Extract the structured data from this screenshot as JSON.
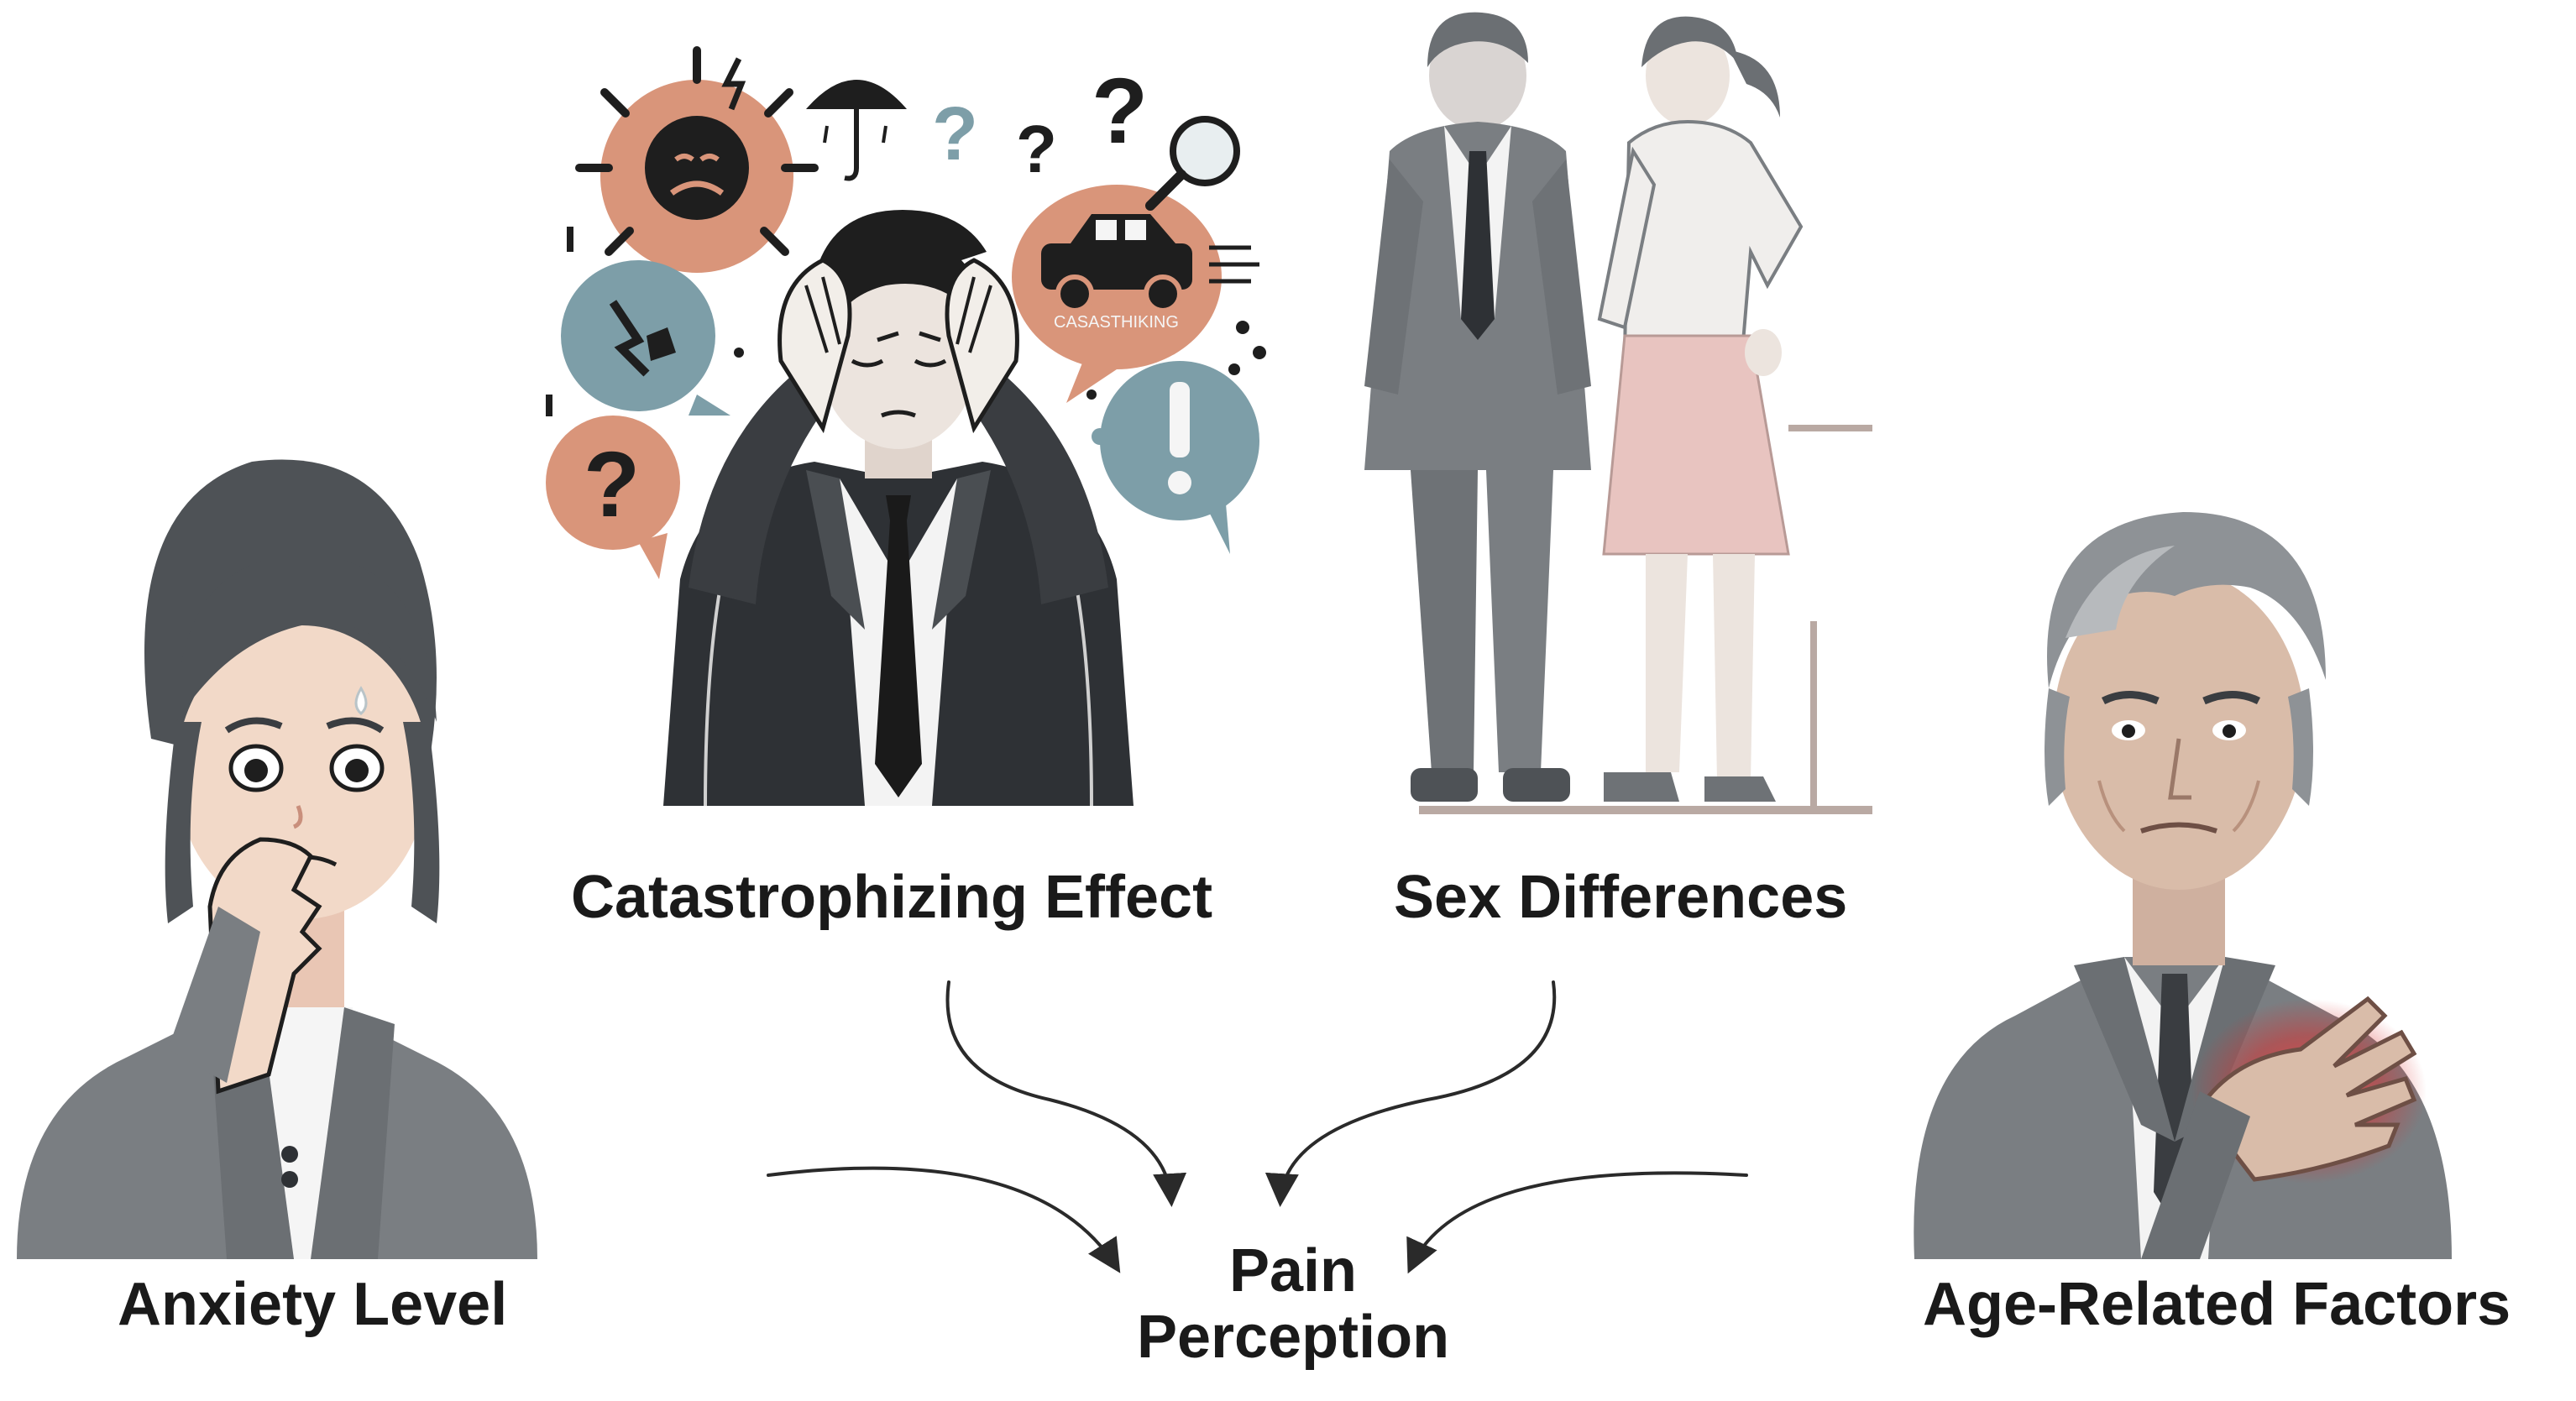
{
  "diagram": {
    "factors": [
      {
        "id": "catastrophizing",
        "label": "Catastrophizing Effect"
      },
      {
        "id": "sex",
        "label": "Sex Differences"
      },
      {
        "id": "anxiety",
        "label": "Anxiety Level"
      },
      {
        "id": "age",
        "label": "Age-Related Factors"
      }
    ],
    "outcome": {
      "line1": "Pain",
      "line2": "Perception"
    },
    "illustration_text": {
      "car_sign": "CASASTHIKING"
    },
    "colors": {
      "suit_gray": "#7a7e82",
      "suit_dark": "#2e3135",
      "skin": "#f2d9c8",
      "bubble_orange": "#d9957a",
      "bubble_blue": "#7d9ea8",
      "skirt_pink": "#e8c4c0",
      "pain_red": "#e03a3a",
      "arrow": "#2a2a2a"
    }
  }
}
